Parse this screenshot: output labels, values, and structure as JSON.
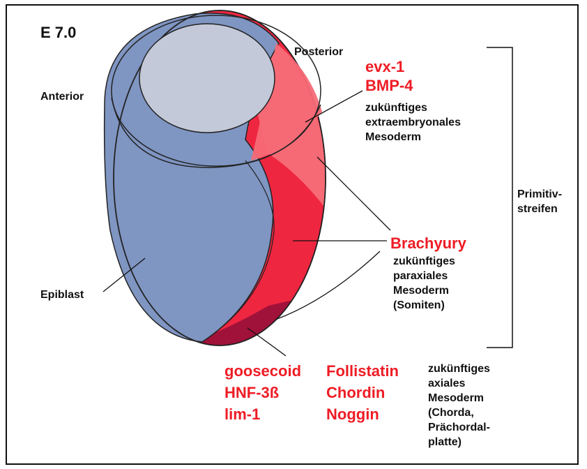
{
  "stage": "E 7.0",
  "orientation": {
    "posterior": "Posterior",
    "anterior": "Anterior"
  },
  "epiblast": "Epiblast",
  "extraembryonic": {
    "genes": [
      "evx-1",
      "BMP-4"
    ],
    "description": [
      "zukünftiges",
      "extraembryonales",
      "Mesoderm"
    ]
  },
  "paraxial": {
    "gene": "Brachyury",
    "description": [
      "zukünftiges",
      "paraxiales",
      "Mesoderm",
      "(Somiten)"
    ]
  },
  "primitive_streak": [
    "Primitiv-",
    "streifen"
  ],
  "axial": {
    "genes_left": [
      "goosecoid",
      "HNF-3ß",
      "lim-1"
    ],
    "genes_right": [
      "Follistatin",
      "Chordin",
      "Noggin"
    ],
    "description": [
      "zukünftiges",
      "axiales",
      "Mesoderm",
      "(Chorda,",
      "Prächordal-",
      "platte)"
    ]
  },
  "colors": {
    "epiblast_blue": "#7f95c2",
    "cavity": "#c3c9d8",
    "light_red": "#f66a76",
    "bright_red": "#ef2640",
    "dark_red": "#a0123a",
    "gene_red": "#ee1c25"
  }
}
